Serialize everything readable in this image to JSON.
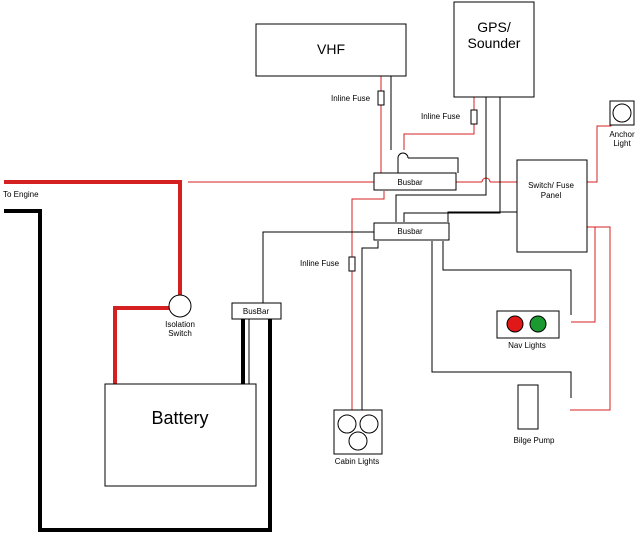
{
  "labels": {
    "vhf": "VHF",
    "gps_line1": "GPS/",
    "gps_line2": "Sounder",
    "anchor_line1": "Anchor",
    "anchor_line2": "Light",
    "switch_panel_line1": "Switch/ Fuse",
    "switch_panel_line2": "Panel",
    "inline_fuse_vhf": "Inline Fuse",
    "inline_fuse_gps": "Inline Fuse",
    "inline_fuse_cabin": "Inline Fuse",
    "busbar_top": "Busbar",
    "busbar_bottom": "Busbar",
    "busbar_battery": "BusBar",
    "to_engine": "To Engine",
    "isolation_line1": "Isolation",
    "isolation_line2": "Switch",
    "battery": "Battery",
    "nav_lights": "Nav Lights",
    "bilge_pump": "Bilge Pump",
    "cabin_lights": "Cabin Lights"
  },
  "colors": {
    "positive_wire": "#d42020",
    "negative_wire": "#000000",
    "nav_light_red": "#e01818",
    "nav_light_green": "#1a9a30"
  }
}
